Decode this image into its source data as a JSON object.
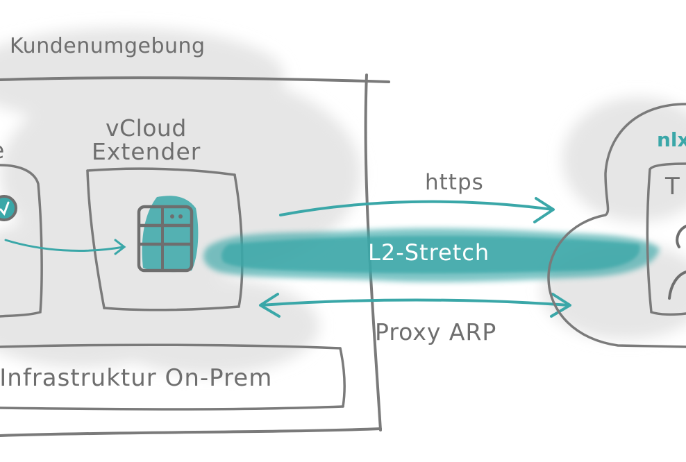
{
  "diagram": {
    "customer_env_label": "Kundenumgebung",
    "extender_label_line1": "vCloud",
    "extender_label_line2": "Extender",
    "https_label": "https",
    "stretch_label": "L2-Stretch",
    "proxy_arp_label": "Proxy ARP",
    "infra_label": "-Infrastruktur On-Prem",
    "cloud_label": "nlx",
    "cloud_box_label": "T",
    "left_cut_label": "e"
  },
  "colors": {
    "teal": "#3aa7a8",
    "sketch_gray": "#7a7a7a",
    "wash_gray": "#e3e3e3"
  }
}
